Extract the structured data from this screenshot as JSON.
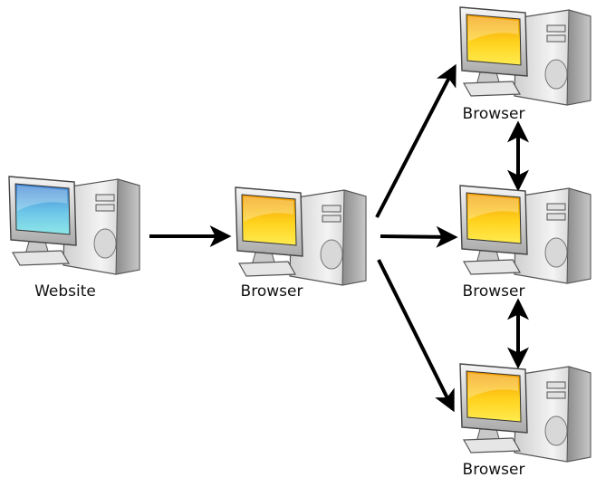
{
  "nodes": [
    {
      "id": "website",
      "label": "Website",
      "screen_theme": "blue"
    },
    {
      "id": "browser-center",
      "label": "Browser",
      "screen_theme": "yellow"
    },
    {
      "id": "browser-top",
      "label": "Browser",
      "screen_theme": "yellow"
    },
    {
      "id": "browser-middle",
      "label": "Browser",
      "screen_theme": "yellow"
    },
    {
      "id": "browser-bottom",
      "label": "Browser",
      "screen_theme": "yellow"
    }
  ],
  "edges": [
    {
      "from": "website",
      "to": "browser-center",
      "style": "single-arrow"
    },
    {
      "from": "browser-center",
      "to": "browser-top",
      "style": "single-arrow"
    },
    {
      "from": "browser-center",
      "to": "browser-middle",
      "style": "single-arrow"
    },
    {
      "from": "browser-center",
      "to": "browser-bottom",
      "style": "single-arrow"
    },
    {
      "from": "browser-top",
      "to": "browser-middle",
      "style": "double-arrow"
    },
    {
      "from": "browser-middle",
      "to": "browser-bottom",
      "style": "double-arrow"
    }
  ],
  "colors": {
    "arrow": "#000000",
    "screen_blue_top": "#3a7bd0",
    "screen_blue_bottom": "#7fe0e6",
    "screen_yellow_top": "#f0a000",
    "screen_yellow_bottom": "#ffe840",
    "case_light": "#f2f2f2",
    "case_dark": "#9a9a9a",
    "outline": "#333333"
  }
}
